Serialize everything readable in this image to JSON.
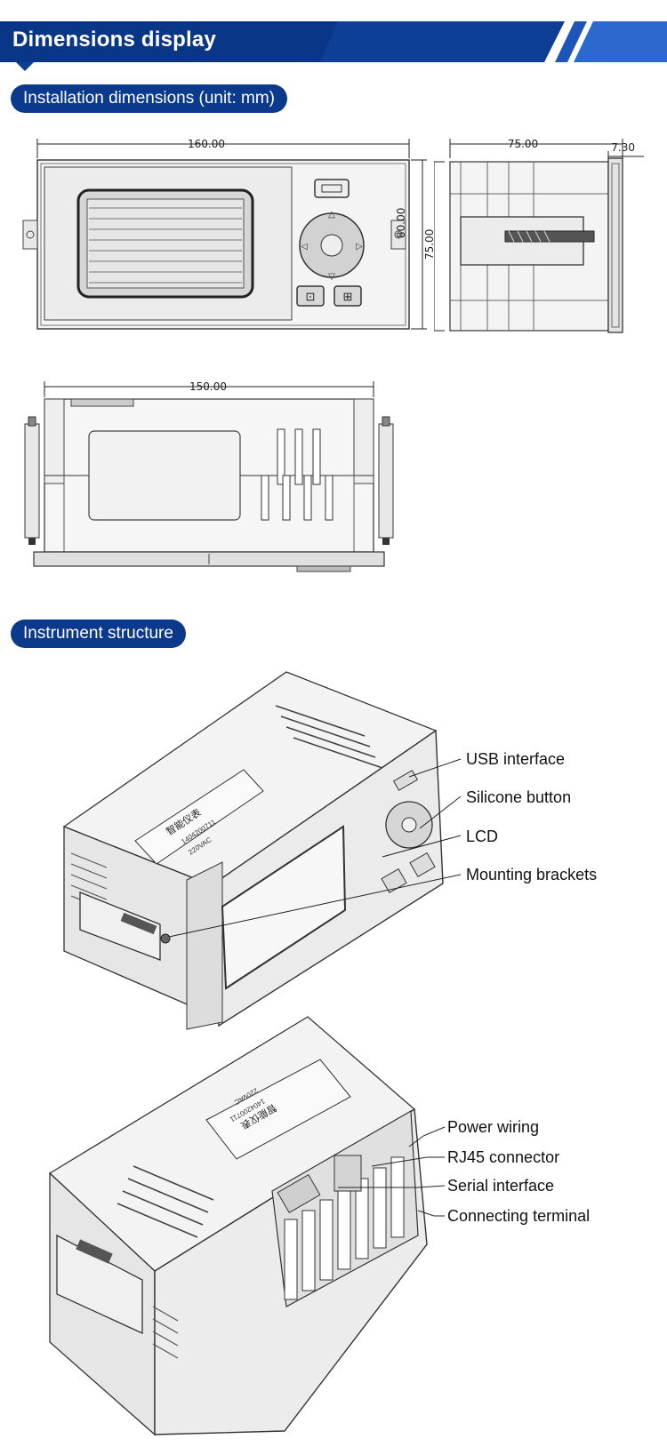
{
  "header": {
    "title": "Dimensions display",
    "colors": {
      "bar_dark": "#0d3f96",
      "bar_light": "#2f6fd6",
      "pill": "#0b3a8c"
    }
  },
  "sections": {
    "installation": "Installation dimensions (unit: mm)",
    "structure": "Instrument structure"
  },
  "dimensions": {
    "front_width": "160.00",
    "front_height": "80.00",
    "side_depth": "75.00",
    "side_flange": "7.30",
    "side_height": "75.00",
    "top_width": "150.00"
  },
  "front_labels": {
    "key_left": "⊡",
    "key_right": "⊞"
  },
  "callouts_front": {
    "usb": "USB interface",
    "button": "Silicone button",
    "lcd": "LCD",
    "brackets": "Mounting brackets"
  },
  "callouts_rear": {
    "power": "Power wiring",
    "rj45": "RJ45 connector",
    "serial": "Serial interface",
    "terminal": "Connecting terminal"
  },
  "product_label": {
    "line1": "智能仪表",
    "line2": "1404200711",
    "line3": "220VAC"
  }
}
